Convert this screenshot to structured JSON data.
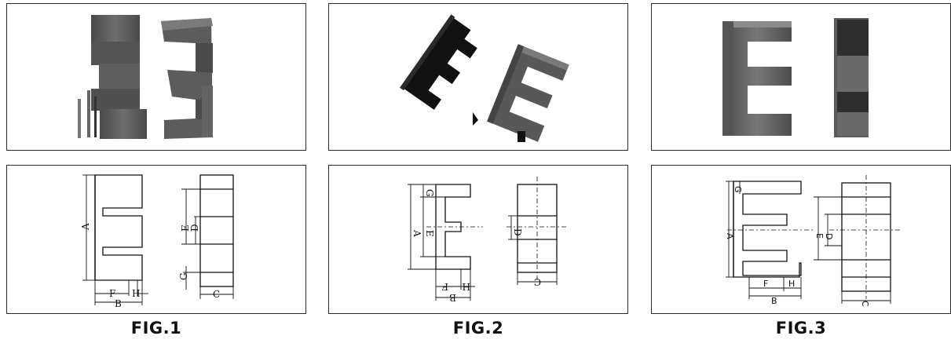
{
  "figures": [
    {
      "caption": "FIG.1",
      "labels": {
        "A": "A",
        "B": "B",
        "C": "C",
        "D": "D",
        "E": "E",
        "F": "F",
        "G": "G",
        "H": "H"
      }
    },
    {
      "caption": "FIG.2",
      "labels": {
        "A": "A",
        "B": "B",
        "C": "C",
        "D": "D",
        "E": "E",
        "F": "F",
        "G": "G",
        "H": "H"
      }
    },
    {
      "caption": "FIG.3",
      "labels": {
        "A": "A",
        "B": "B",
        "C": "C",
        "D": "D",
        "E": "E",
        "F": "F",
        "G": "G",
        "H": "H"
      }
    }
  ],
  "colors": {
    "core_dark": "#3a3a3a",
    "core_mid": "#5c5c5c",
    "core_light": "#7a7a7a",
    "line": "#111111",
    "border": "#2a2a2a"
  }
}
